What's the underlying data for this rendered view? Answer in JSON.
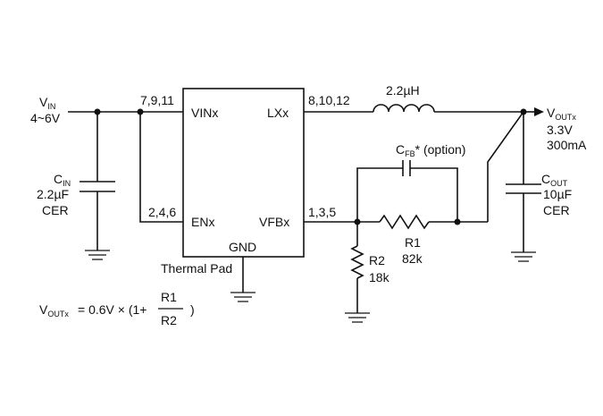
{
  "colors": {
    "ink": "#111111",
    "background": "#ffffff"
  },
  "input": {
    "v_label": "V",
    "v_sub": "IN",
    "range": "4~6V",
    "cap_label": "C",
    "cap_sub": "IN",
    "cap_value": "2.2µF",
    "cap_type": "CER"
  },
  "ic": {
    "pins_vin": "7,9,11",
    "pins_en": "2,4,6",
    "pins_lx": "8,10,12",
    "pins_fb": "1,3,5",
    "label_vin": "VINx",
    "label_en": "ENx",
    "label_lx": "LXx",
    "label_fb": "VFBx",
    "label_gnd": "GND",
    "thermal_pad": "Thermal Pad"
  },
  "inductor": {
    "value": "2.2µH"
  },
  "output": {
    "v_label": "V",
    "v_sub": "OUTx",
    "voltage": "3.3V",
    "current": "300mA",
    "cap_label": "C",
    "cap_sub": "OUT",
    "cap_value": "10µF",
    "cap_type": "CER"
  },
  "feedback": {
    "cfb_label": "C",
    "cfb_sub": "FB",
    "cfb_note": "* (option)",
    "r1_label": "R1",
    "r1_value": "82k",
    "r2_label": "R2",
    "r2_value": "18k"
  },
  "formula": {
    "lhs_v": "V",
    "lhs_sub": "OUTx",
    "expr": "= 0.6V × (1+",
    "numerator": "R1",
    "denominator": "R2",
    "close": ")"
  }
}
